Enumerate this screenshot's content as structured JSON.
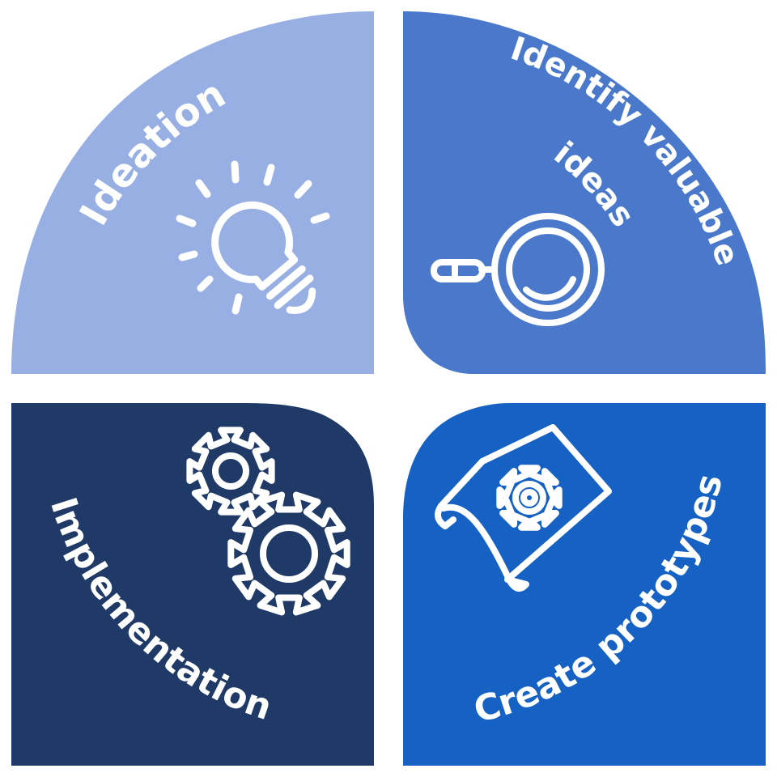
{
  "quadrants": {
    "ideation": {
      "label": "Ideation",
      "color": "#97AFE3",
      "icon": "lightbulb-icon"
    },
    "identify": {
      "label_line1": "Identify valuable",
      "label_line2": "ideas",
      "color": "#4A79CC",
      "icon": "magnifying-glass-icon"
    },
    "prototypes": {
      "label": "Create prototypes",
      "color": "#1661C4",
      "icon": "blueprint-gear-icon"
    },
    "implementation": {
      "label": "Implementation",
      "color": "#1F3A66",
      "icon": "gears-icon"
    }
  }
}
